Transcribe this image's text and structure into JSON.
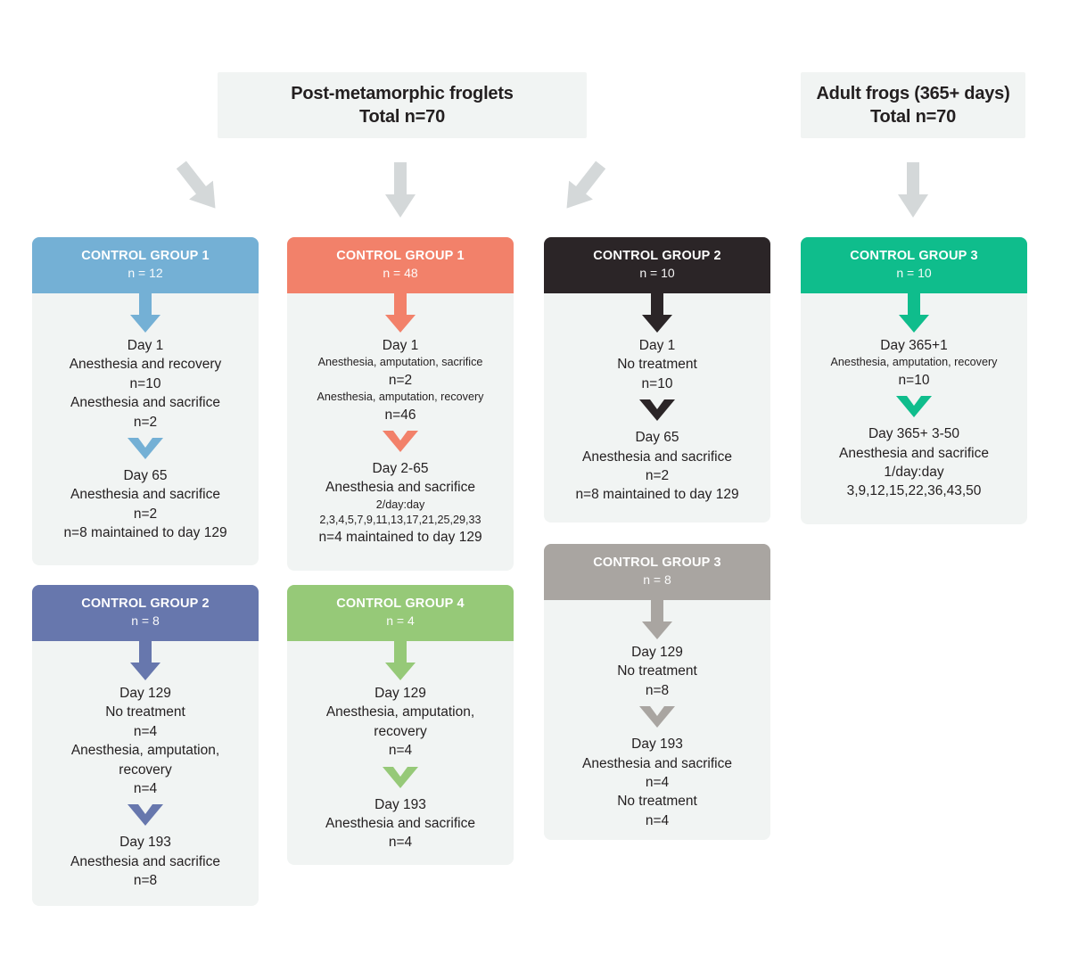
{
  "banners": [
    {
      "name": "post-metamorphic-froglets",
      "line1": "Post-metamorphic froglets",
      "line2": "Total n=70"
    },
    {
      "name": "adult-frogs",
      "line1": "Adult frogs (365+ days)",
      "line2": "Total n=70"
    }
  ],
  "colors": {
    "blue": "#74b0d5",
    "salmon": "#f2816a",
    "black": "#2b2527",
    "teal": "#0fbd8c",
    "purple": "#6777ad",
    "green": "#96c978",
    "gray": "#a9a5a1",
    "card_background": "#f1f4f3",
    "connector_gray": "#d4d8d9",
    "text": "#231f20"
  },
  "groups": {
    "cg1_blue": {
      "title": "CONTROL GROUP 1",
      "n": "n = 12",
      "color": "#74b0d5",
      "steps": [
        {
          "lines": [
            {
              "text": "Day 1",
              "size": "lg"
            },
            {
              "text": "Anesthesia and recovery",
              "size": "lg"
            },
            {
              "text": "n=10",
              "size": "lg"
            },
            {
              "text": "Anesthesia and sacrifice",
              "size": "lg"
            },
            {
              "text": "n=2",
              "size": "lg"
            }
          ]
        },
        {
          "lines": [
            {
              "text": "Day 65",
              "size": "lg"
            },
            {
              "text": "Anesthesia and sacrifice",
              "size": "lg"
            },
            {
              "text": "n=2",
              "size": "lg"
            },
            {
              "text": "n=8 maintained to day 129",
              "size": "lg"
            }
          ]
        }
      ]
    },
    "cg2_purple": {
      "title": "CONTROL GROUP 2",
      "n": "n = 8",
      "color": "#6777ad",
      "steps": [
        {
          "lines": [
            {
              "text": "Day 129",
              "size": "lg"
            },
            {
              "text": "No treatment",
              "size": "lg"
            },
            {
              "text": "n=4",
              "size": "lg"
            },
            {
              "text": "Anesthesia, amputation,",
              "size": "lg"
            },
            {
              "text": "recovery",
              "size": "lg"
            },
            {
              "text": "n=4",
              "size": "lg"
            }
          ]
        },
        {
          "lines": [
            {
              "text": "Day 193",
              "size": "lg"
            },
            {
              "text": "Anesthesia and sacrifice",
              "size": "lg"
            },
            {
              "text": "n=8",
              "size": "lg"
            }
          ]
        }
      ]
    },
    "cg1_salmon": {
      "title": "CONTROL GROUP 1",
      "n": "n = 48",
      "color": "#f2816a",
      "steps": [
        {
          "lines": [
            {
              "text": "Day 1",
              "size": "lg"
            },
            {
              "text": "Anesthesia, amputation, sacrifice",
              "size": "sm"
            },
            {
              "text": "n=2",
              "size": "lg"
            },
            {
              "text": "Anesthesia, amputation, recovery",
              "size": "sm"
            },
            {
              "text": "n=46",
              "size": "lg"
            }
          ]
        },
        {
          "lines": [
            {
              "text": "Day 2-65",
              "size": "lg"
            },
            {
              "text": "Anesthesia and sacrifice",
              "size": "lg"
            },
            {
              "text": "2/day:day",
              "size": "sm"
            },
            {
              "text": "2,3,4,5,7,9,11,13,17,21,25,29,33",
              "size": "sm"
            },
            {
              "text": "n=4 maintained to day 129",
              "size": "lg"
            }
          ]
        }
      ]
    },
    "cg4_green": {
      "title": "CONTROL GROUP 4",
      "n": "n = 4",
      "color": "#96c978",
      "steps": [
        {
          "lines": [
            {
              "text": "Day 129",
              "size": "lg"
            },
            {
              "text": "Anesthesia, amputation,",
              "size": "lg"
            },
            {
              "text": "recovery",
              "size": "lg"
            },
            {
              "text": "n=4",
              "size": "lg"
            }
          ]
        },
        {
          "lines": [
            {
              "text": "Day 193",
              "size": "lg"
            },
            {
              "text": "Anesthesia and sacrifice",
              "size": "lg"
            },
            {
              "text": "n=4",
              "size": "lg"
            }
          ]
        }
      ]
    },
    "cg2_black": {
      "title": "CONTROL GROUP 2",
      "n": "n = 10",
      "color": "#2b2527",
      "steps": [
        {
          "lines": [
            {
              "text": "Day 1",
              "size": "lg"
            },
            {
              "text": "No treatment",
              "size": "lg"
            },
            {
              "text": "n=10",
              "size": "lg"
            }
          ]
        },
        {
          "lines": [
            {
              "text": "Day 65",
              "size": "lg"
            },
            {
              "text": "Anesthesia and sacrifice",
              "size": "lg"
            },
            {
              "text": "n=2",
              "size": "lg"
            },
            {
              "text": "n=8 maintained to day 129",
              "size": "lg"
            }
          ]
        }
      ]
    },
    "cg3_gray": {
      "title": "CONTROL GROUP 3",
      "n": "n = 8",
      "color": "#a9a5a1",
      "steps": [
        {
          "lines": [
            {
              "text": "Day 129",
              "size": "lg"
            },
            {
              "text": "No treatment",
              "size": "lg"
            },
            {
              "text": "n=8",
              "size": "lg"
            }
          ]
        },
        {
          "lines": [
            {
              "text": "Day 193",
              "size": "lg"
            },
            {
              "text": "Anesthesia and sacrifice",
              "size": "lg"
            },
            {
              "text": "n=4",
              "size": "lg"
            },
            {
              "text": "No treatment",
              "size": "lg"
            },
            {
              "text": "n=4",
              "size": "lg"
            }
          ]
        }
      ]
    },
    "cg3_teal": {
      "title": "CONTROL GROUP 3",
      "n": "n = 10",
      "color": "#0fbd8c",
      "steps": [
        {
          "lines": [
            {
              "text": "Day 365+1",
              "size": "lg"
            },
            {
              "text": "Anesthesia, amputation, recovery",
              "size": "sm"
            },
            {
              "text": "n=10",
              "size": "lg"
            }
          ]
        },
        {
          "lines": [
            {
              "text": "Day 365+ 3-50",
              "size": "lg"
            },
            {
              "text": "Anesthesia and sacrifice",
              "size": "lg"
            },
            {
              "text": "1/day:day",
              "size": "lg"
            },
            {
              "text": "3,9,12,15,22,36,43,50",
              "size": "lg"
            }
          ]
        }
      ]
    }
  },
  "connectors": [
    {
      "name": "connector-arrow-to-cg1-blue",
      "direction": "down-left"
    },
    {
      "name": "connector-arrow-to-cg1-salmon",
      "direction": "down"
    },
    {
      "name": "connector-arrow-to-cg2-black",
      "direction": "down-right"
    },
    {
      "name": "connector-arrow-to-cg3-teal",
      "direction": "down"
    }
  ]
}
